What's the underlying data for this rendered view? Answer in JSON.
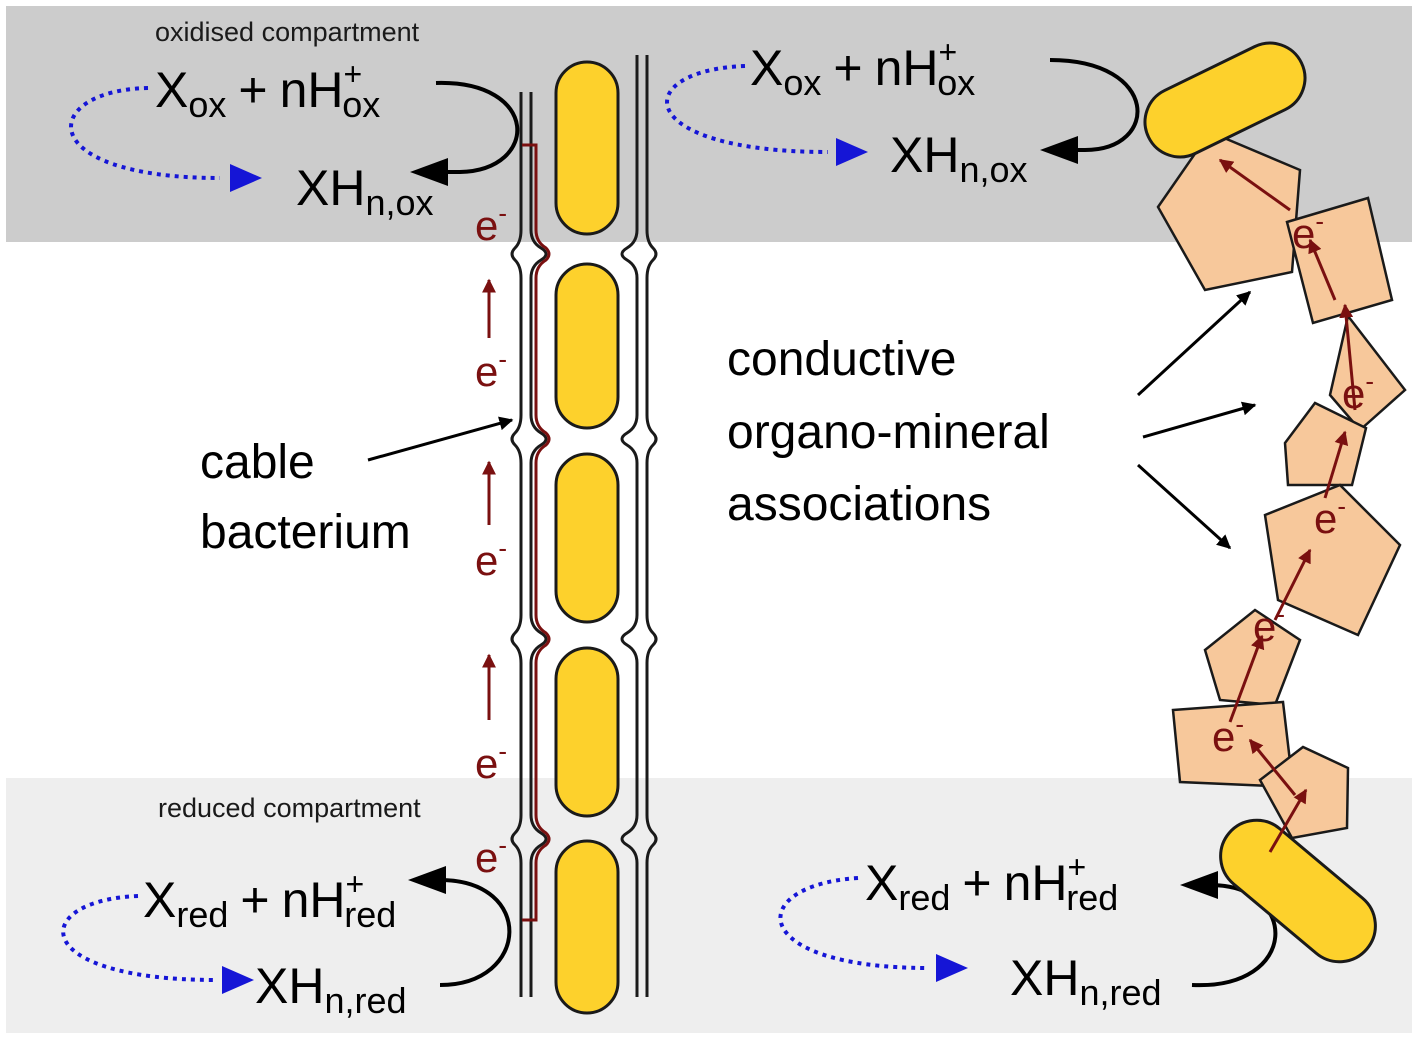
{
  "colors": {
    "oxidised_band": "#cccccc",
    "reduced_band": "#eeeeee",
    "cell_fill": "#fdd12c",
    "mineral_fill": "#f7c89b",
    "electron": "#7a1010",
    "cycle_arrow": "#1515d6"
  },
  "compartments": {
    "oxidised": "oxidised compartment",
    "reduced": "reduced compartment"
  },
  "labels": {
    "cable_line1": "cable",
    "cable_line2": "bacterium",
    "minerals_line1": "conductive",
    "minerals_line2": "organo-mineral",
    "minerals_line3": "associations"
  },
  "electron": {
    "symbol": "e",
    "charge": "-"
  },
  "reactions": {
    "ox": {
      "x": "X",
      "x_sub": "ox",
      "plus": "+",
      "nh": "nH",
      "h_sup": "+",
      "h_sub": "ox",
      "product": "XH",
      "product_sub": "n,ox"
    },
    "red": {
      "x": "X",
      "x_sub": "red",
      "plus": "+",
      "nh": "nH",
      "h_sup": "+",
      "h_sub": "red",
      "product": "XH",
      "product_sub": "n,red"
    }
  }
}
